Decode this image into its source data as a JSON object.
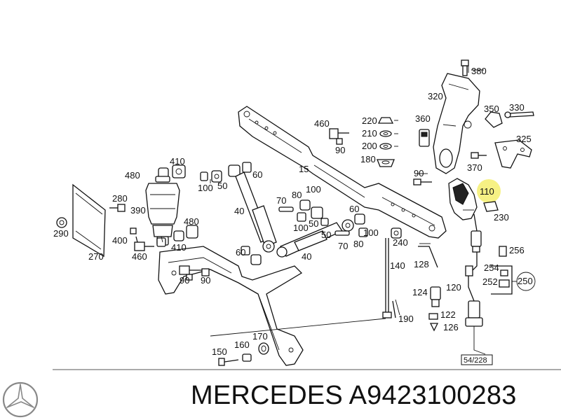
{
  "caption": {
    "brand": "MERCEDES",
    "part_number": "A9423100283"
  },
  "reference_box": "54/228",
  "highlight_color": "#f5ee6e",
  "labels": {
    "l380": "380",
    "l320": "320",
    "l350": "350",
    "l330": "330",
    "l360": "360",
    "l325": "325",
    "l370": "370",
    "l460a": "460",
    "l90a": "90",
    "l220": "220",
    "l210": "210",
    "l200": "200",
    "l180": "180",
    "l15": "15",
    "l90b": "90",
    "l110": "110",
    "l230": "230",
    "l410a": "410",
    "l480a": "480",
    "l60a": "60",
    "l100a": "100",
    "l50a": "50",
    "l280": "280",
    "l390": "390",
    "l70a": "70",
    "l80a": "80",
    "l100b": "100",
    "l40a": "40",
    "l290": "290",
    "l480b": "480",
    "l100c": "100",
    "l50b": "50",
    "l60b": "60",
    "l400": "400",
    "l410b": "410",
    "l270": "270",
    "l460b": "460",
    "l50c": "50",
    "l70b": "70",
    "l80b": "80",
    "l100d": "100",
    "l240": "240",
    "l256": "256",
    "l60c": "60",
    "l40b": "40",
    "l140": "140",
    "l128": "128",
    "l254": "254",
    "l252": "252",
    "l250": "250",
    "l90c": "90",
    "l90d": "90",
    "l124": "124",
    "l120": "120",
    "l122": "122",
    "l126": "126",
    "l190": "190",
    "l170": "170",
    "l160": "160",
    "l150": "150"
  }
}
